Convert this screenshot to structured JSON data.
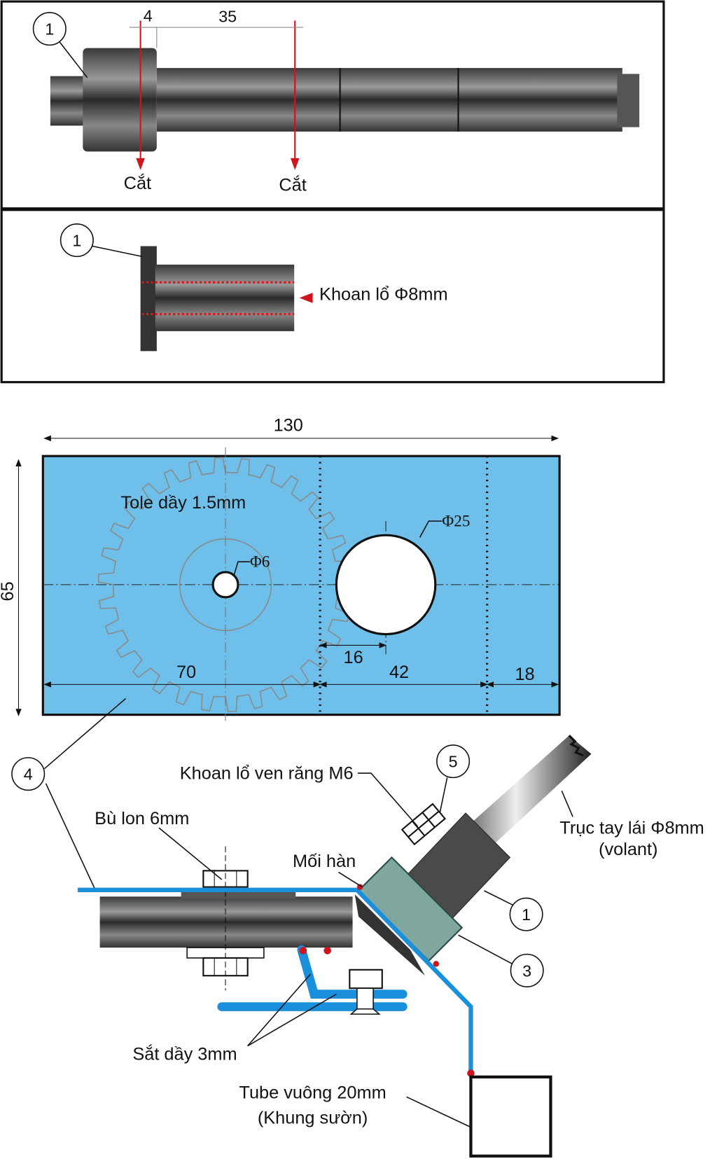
{
  "top_panel": {
    "callout": "1",
    "dim_small": "4",
    "dim_large": "35",
    "cut_left": "Cắt",
    "cut_right": "Cắt"
  },
  "middle_panel": {
    "callout": "1",
    "drill_label": "Khoan lổ Φ8mm"
  },
  "plate": {
    "width_dim": "130",
    "height_dim": "65",
    "material": "Tole dầy 1.5mm",
    "small_hole": "Φ6",
    "large_hole": "Φ25",
    "dim_70": "70",
    "dim_42": "42",
    "dim_18": "18",
    "dim_16": "16",
    "fill_color": "#6ec0ea"
  },
  "assembly": {
    "callout_4": "4",
    "callout_5": "5",
    "callout_1": "1",
    "callout_3": "3",
    "drill_m6": "Khoan lổ ven răng M6",
    "nut": "Bù lon 6mm",
    "weld": "Mối hàn",
    "shaft_line1": "Trục tay lái Φ8mm",
    "shaft_line2": "(volant)",
    "steel": "Sắt dầy 3mm",
    "tube_line1": "Tube vuông 20mm",
    "tube_line2": "(Khung sườn)",
    "blue_color": "#1a8fdc"
  }
}
